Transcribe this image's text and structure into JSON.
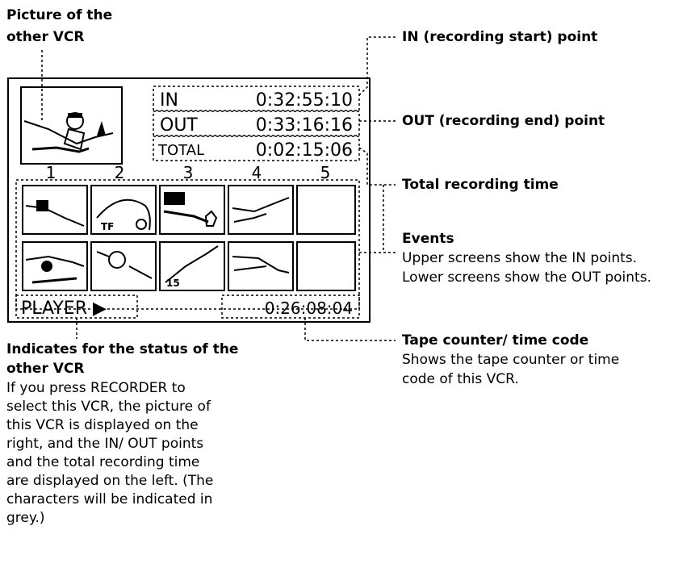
{
  "screen": {
    "in_label": "IN",
    "in_time": "0:32:55:10",
    "out_label": "OUT",
    "out_time": "0:33:16:16",
    "total_label": "TOTAL",
    "total_time": "0:02:15:06",
    "event_numbers": [
      "1",
      "2",
      "3",
      "4",
      "5"
    ],
    "player_status": "PLAYER ▶",
    "counter": "0:26:08:04"
  },
  "callouts": {
    "picture_title_1": "Picture of the",
    "picture_title_2": "other VCR",
    "in_point": "IN (recording start) point",
    "out_point": "OUT (recording end) point",
    "total_time": "Total recording time",
    "events_title": "Events",
    "events_desc_1": "Upper screens show the IN points.",
    "events_desc_2": "Lower screens show the OUT points.",
    "counter_title": "Tape counter/ time code",
    "counter_desc_1": "Shows the tape counter or time",
    "counter_desc_2": "code of this VCR.",
    "status_title_1": "Indicates for the status of the",
    "status_title_2": "other VCR",
    "status_desc": [
      "If you press RECORDER to",
      "select this VCR, the picture of",
      "this VCR is displayed on the",
      "right, and the IN/ OUT points",
      "and the total recording time",
      "are displayed on the left. (The",
      "characters will be indicated in",
      "grey.)"
    ]
  }
}
